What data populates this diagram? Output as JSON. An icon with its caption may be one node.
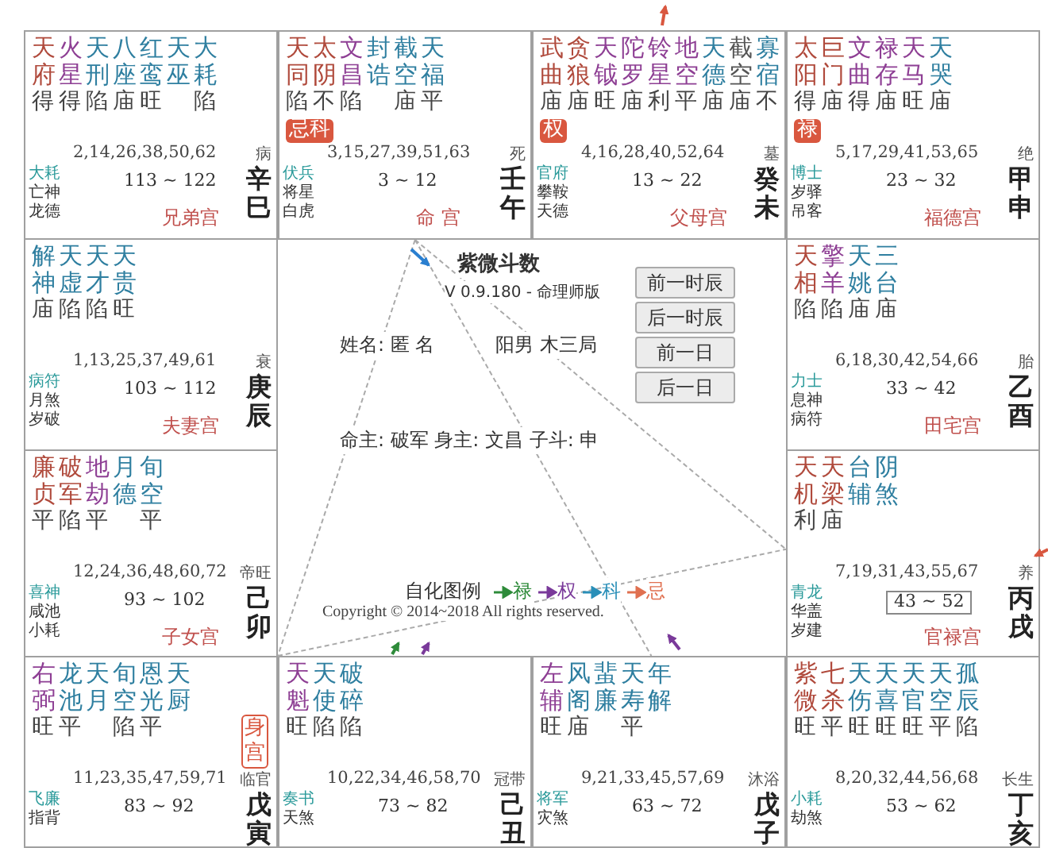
{
  "diagram": {
    "nodes": [
      {
        "text": [
          "天府",
          "火星",
          "天刑",
          "八座",
          "红鸾",
          "天巫",
          "大耗",
          "得",
          "得",
          "陷",
          "庙",
          "旺",
          "陷",
          "2,14,26,38,50,62",
          "113 ~ 122",
          "大耗",
          "亡神",
          "龙德",
          "兄弟宫",
          "病",
          "辛",
          "巳"
        ]
      },
      {
        "text": [
          "天同",
          "太阴",
          "文昌",
          "封诰",
          "截空",
          "天福",
          "陷",
          "不",
          "陷",
          "庙",
          "平",
          "忌科",
          "3,15,27,39,51,63",
          "3 ~ 12",
          "伏兵",
          "将星",
          "白虎",
          "命 宫",
          "死",
          "壬",
          "午"
        ]
      },
      {
        "text": [
          "武曲",
          "贪狼",
          "天钺",
          "陀罗",
          "铃星",
          "地空",
          "天德",
          "截空",
          "寡宿",
          "庙",
          "庙",
          "旺",
          "庙",
          "利",
          "平",
          "庙",
          "庙",
          "不",
          "权",
          "4,16,28,40,52,64",
          "13 ~ 22",
          "官府",
          "攀鞍",
          "天德",
          "父母宫",
          "墓",
          "癸",
          "未"
        ]
      },
      {
        "text": [
          "太阳",
          "巨门",
          "文曲",
          "禄存",
          "天马",
          "天哭",
          "得",
          "庙",
          "得",
          "庙",
          "旺",
          "庙",
          "禄",
          "5,17,29,41,53,65",
          "23 ~ 32",
          "博士",
          "岁驿",
          "吊客",
          "福德宫",
          "绝",
          "甲",
          "申"
        ]
      },
      {
        "text": [
          "解神",
          "天虚",
          "天才",
          "天贵",
          "庙",
          "陷",
          "陷",
          "旺",
          "1,13,25,37,49,61",
          "103 ~ 112",
          "病符",
          "月煞",
          "岁破",
          "夫妻宫",
          "衰",
          "庚",
          "辰"
        ]
      },
      {
        "text": [
          "天相",
          "擎羊",
          "天姚",
          "三台",
          "陷",
          "陷",
          "庙",
          "庙",
          "6,18,30,42,54,66",
          "33 ~ 42",
          "力士",
          "息神",
          "病符",
          "田宅宫",
          "胎",
          "乙",
          "酉"
        ]
      },
      {
        "text": [
          "廉贞",
          "破军",
          "地劫",
          "月德",
          "旬空",
          "平",
          "陷",
          "平",
          "平",
          "12,24,36,48,60,72",
          "93 ~ 102",
          "喜神",
          "咸池",
          "小耗",
          "子女宫",
          "帝旺",
          "己",
          "卯"
        ]
      },
      {
        "text": [
          "天机",
          "天梁",
          "台辅",
          "阴煞",
          "利",
          "庙",
          "7,19,31,43,55,67",
          "43 ~ 52",
          "青龙",
          "华盖",
          "岁建",
          "官禄宫",
          "养",
          "丙",
          "戌"
        ]
      },
      {
        "text": [
          "右弼",
          "龙池",
          "天月",
          "旬空",
          "恩光",
          "天厨",
          "旺",
          "平",
          "陷",
          "平",
          "身宫",
          "11,23,35,47,59,71",
          "83 ~ 92",
          "飞廉",
          "指背",
          "临官",
          "戊",
          "寅"
        ]
      },
      {
        "text": [
          "天魁",
          "天使",
          "破碎",
          "旺",
          "陷",
          "陷",
          "10,22,34,46,58,70",
          "73 ~ 82",
          "奏书",
          "天煞",
          "冠带",
          "己",
          "丑"
        ]
      },
      {
        "text": [
          "左辅",
          "风阁",
          "蜚廉",
          "天寿",
          "年解",
          "旺",
          "庙",
          "平",
          "9,21,33,45,57,69",
          "63 ~ 72",
          "将军",
          "灾煞",
          "沐浴",
          "戊",
          "子"
        ]
      },
      {
        "text": [
          "紫微",
          "七杀",
          "天伤",
          "天喜",
          "天官",
          "天空",
          "孤辰",
          "旺",
          "平",
          "旺",
          "旺",
          "旺",
          "平",
          "陷",
          "8,20,32,44,56,68",
          "53 ~ 62",
          "小耗",
          "劫煞",
          "长生",
          "丁",
          "亥"
        ]
      },
      {
        "text": [
          "前一时辰"
        ]
      },
      {
        "text": [
          "后一时辰"
        ]
      },
      {
        "text": [
          "前一日"
        ]
      },
      {
        "text": [
          "后一日"
        ]
      }
    ],
    "edges": [
      {
        "from": 1,
        "to": 8,
        "arrow": "none",
        "style": "dashed"
      },
      {
        "from": 1,
        "to": 7,
        "arrow": "none",
        "style": "dashed"
      },
      {
        "from": 8,
        "to": 7,
        "arrow": "none",
        "style": "dashed"
      },
      {
        "from": 1,
        "to": 10,
        "arrow": "none",
        "style": "dashed"
      }
    ],
    "labels": [
      "紫微斗数",
      "V 0.9.180 - 命理师版",
      "姓名: 匿 名",
      "阳男 木三局",
      "命主: 破军 身主: 文昌 子斗: 申",
      "自化图例",
      "Copyright © 2014~2018 All rights reserved."
    ],
    "legend": [
      {
        "text": "禄"
      },
      {
        "text": "权"
      },
      {
        "text": "科"
      },
      {
        "text": "忌"
      }
    ]
  }
}
